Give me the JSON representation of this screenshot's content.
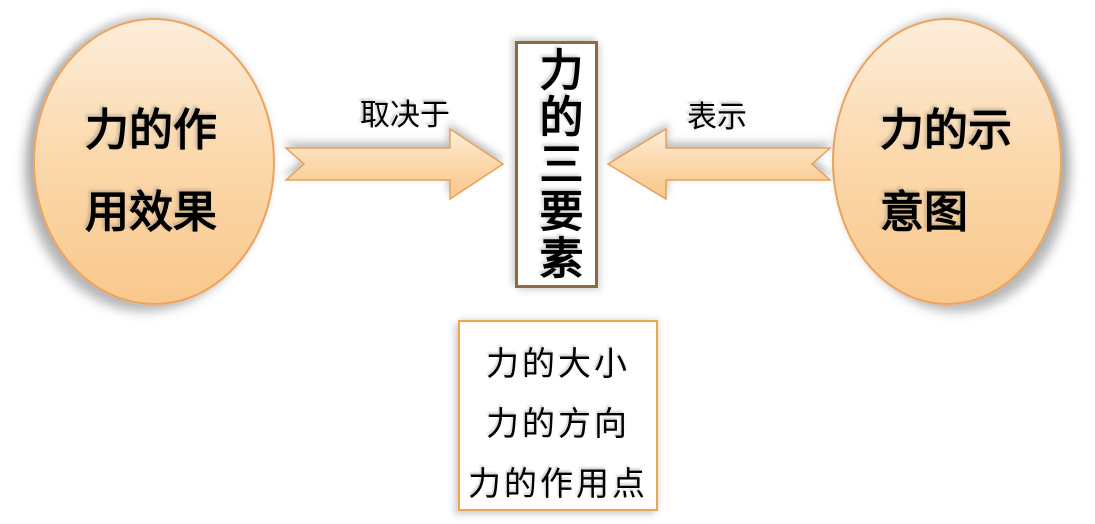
{
  "diagram": {
    "left_ellipse": {
      "line1": "力的作",
      "line2": "用效果"
    },
    "right_ellipse": {
      "line1": "力的示",
      "line2": "意图"
    },
    "center_box": {
      "text": "力的三要素"
    },
    "left_arrow": {
      "label": "取决于",
      "direction": "points-right-into-center"
    },
    "right_arrow": {
      "label": "表示",
      "direction": "points-left-into-center"
    },
    "bottom_box": {
      "line1": "力的大小",
      "line2": "力的方向",
      "line3": "力的作用点"
    },
    "colors": {
      "shape_fill_top": "#FDEDDA",
      "shape_fill_bottom": "#F9C88D",
      "shape_border": "#ECA35D",
      "arrow_border": "#E8A159",
      "center_box_border": "#8D6A40",
      "bottom_box_border": "#E9A74F",
      "text": "#000000"
    }
  }
}
